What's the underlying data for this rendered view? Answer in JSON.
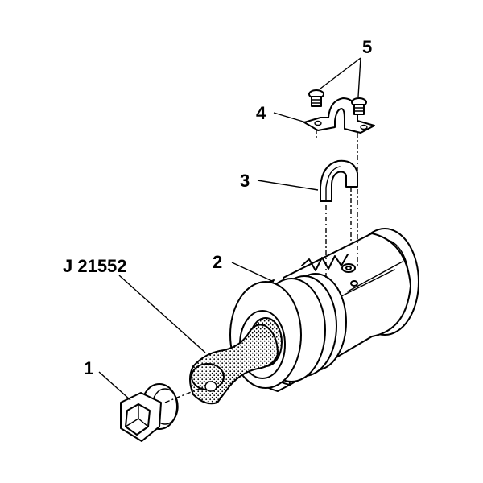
{
  "callouts": {
    "c1": "1",
    "c2": "2",
    "c3": "3",
    "c4": "4",
    "c5": "5",
    "tool": "J 21552"
  },
  "colors": {
    "line": "#000000",
    "background": "#ffffff"
  }
}
